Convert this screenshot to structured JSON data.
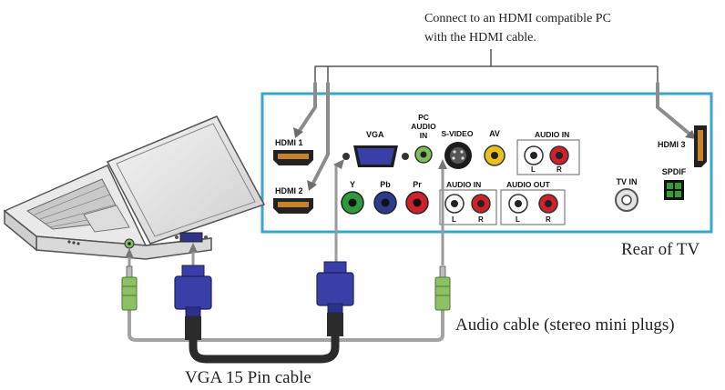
{
  "annotation": {
    "hdmi_note_line1": "Connect to an HDMI compatible PC",
    "hdmi_note_line2": "with the HDMI cable."
  },
  "captions": {
    "rear_of_tv": "Rear of TV",
    "audio_cable": "Audio cable (stereo mini plugs)",
    "vga_cable": "VGA 15 Pin cable"
  },
  "ports": {
    "hdmi1": "HDMI 1",
    "hdmi2": "HDMI 2",
    "hdmi3": "HDMI 3",
    "vga": "VGA",
    "pc_audio_in_1": "PC",
    "pc_audio_in_2": "AUDIO",
    "pc_audio_in_3": "IN",
    "svideo": "S-VIDEO",
    "av": "AV",
    "audio_in_top": "AUDIO IN",
    "audio_in_bottom": "AUDIO IN",
    "audio_out": "AUDIO OUT",
    "y": "Y",
    "pb": "Pb",
    "pr": "Pr",
    "left": "L",
    "right": "R",
    "tv_in": "TV IN",
    "spdif": "SPDIF"
  },
  "colors": {
    "panel_border": "#3aa6d0",
    "cable_gray": "#9a9a9a",
    "cable_black": "#2b2b2b",
    "vga_blue": "#3a3fa8",
    "audio_green": "#7fbf5a",
    "red_jack": "#d0202a",
    "yellow_jack": "#e8c21a",
    "green_jack": "#2f9a3c",
    "blue_jack": "#2e3a8f"
  }
}
